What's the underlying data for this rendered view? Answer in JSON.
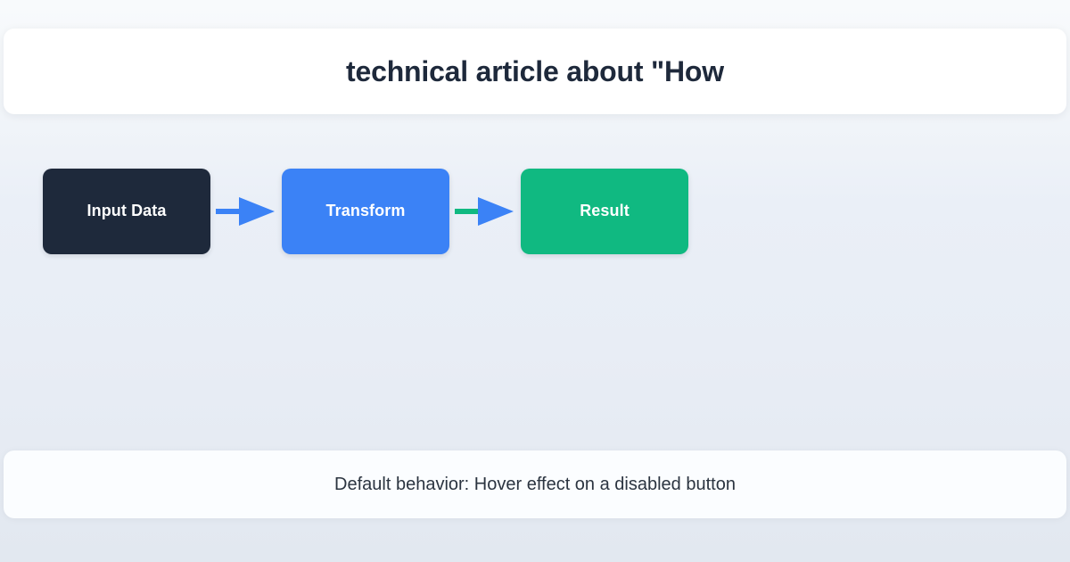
{
  "header": {
    "title": "technical article about \"How"
  },
  "diagram": {
    "type": "flow",
    "nodes": [
      {
        "id": "input",
        "label": "Input Data",
        "color": "#1e293b",
        "text_color": "#ffffff"
      },
      {
        "id": "transform",
        "label": "Transform",
        "color": "#3b82f6",
        "text_color": "#ffffff"
      },
      {
        "id": "result",
        "label": "Result",
        "color": "#10b981",
        "text_color": "#ffffff"
      }
    ],
    "connectors": [
      {
        "id": "arrow-1",
        "from": "input",
        "to": "transform",
        "shaft_color": "#3b82f6",
        "head_color": "#3b82f6"
      },
      {
        "id": "arrow-2",
        "from": "transform",
        "to": "result",
        "shaft_color": "#10b981",
        "head_color": "#3b82f6"
      }
    ]
  },
  "footer": {
    "caption": "Default behavior: Hover effect on a disabled button"
  },
  "theme": {
    "background_top": "#f8fafc",
    "background_bottom": "#e2e8f0",
    "card_background": "#ffffff",
    "title_color": "#1e293b",
    "caption_color": "#2b3440",
    "accent_blue": "#3b82f6",
    "accent_green": "#10b981",
    "accent_dark": "#1e293b"
  }
}
